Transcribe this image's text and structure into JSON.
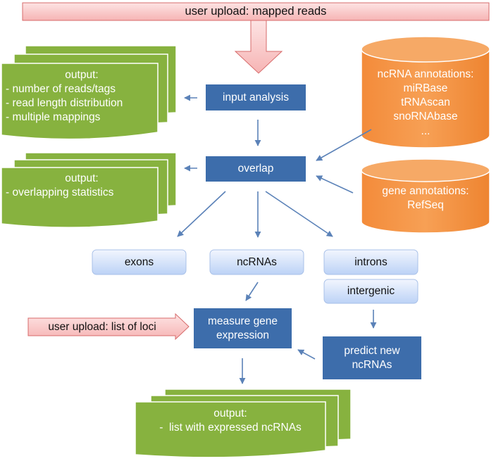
{
  "top_upload": {
    "label": "user upload: mapped reads"
  },
  "loci_upload": {
    "label": "user upload: list of loci"
  },
  "steps": {
    "input_analysis": "input analysis",
    "overlap": "overlap",
    "measure_expression": "measure gene expression",
    "predict_ncrnas": "predict new ncRNAs"
  },
  "categories": {
    "exons": "exons",
    "ncrnas": "ncRNAs",
    "introns": "introns",
    "intergenic": "intergenic"
  },
  "outputs": {
    "first": {
      "title": "output:",
      "lines": [
        "- number of reads/tags",
        "- read length distribution",
        "- multiple mappings"
      ]
    },
    "second": {
      "title": "output:",
      "lines": [
        "- overlapping statistics"
      ]
    },
    "third": {
      "title": "output:",
      "lines": [
        "-  list with expressed ncRNAs"
      ]
    }
  },
  "databases": {
    "ncrna": {
      "title": "ncRNA annotations:",
      "lines": [
        "miRBase",
        "tRNAscan",
        "snoRNAbase",
        "..."
      ]
    },
    "gene": {
      "title": "gene annotations:",
      "lines": [
        "RefSeq"
      ]
    }
  },
  "colors": {
    "blue_box": "#3d6dab",
    "green_doc": "#87b23f",
    "orange_db": "#f0883a",
    "pink_upload": "#f9c5c5",
    "light_blue": "#d3e2fb",
    "arrow": "#5b82b8"
  }
}
